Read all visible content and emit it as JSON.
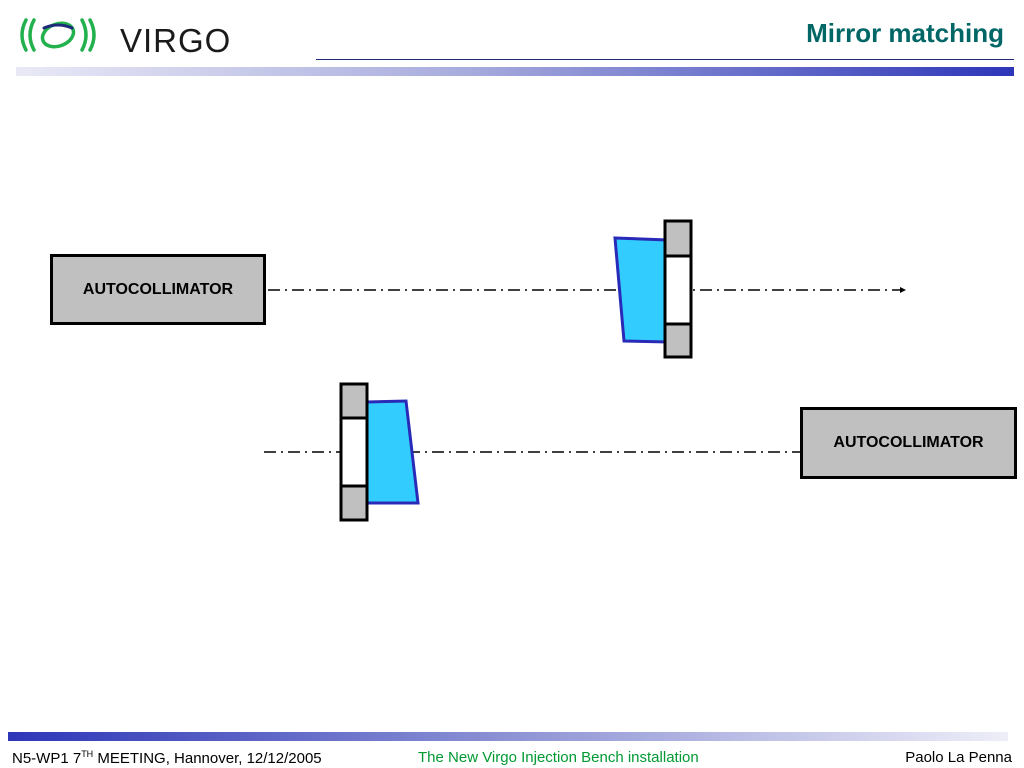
{
  "header": {
    "logo_text": "VIRGO",
    "title": "Mirror matching"
  },
  "diagram": {
    "autocollimator_top_label": "AUTOCOLLIMATOR",
    "autocollimator_bottom_label": "AUTOCOLLIMATOR",
    "colors": {
      "mirror_fill": "#33ccff",
      "mirror_stroke": "#2a2ab8",
      "mount_gray": "#c0c0c0",
      "beam_line": "#000000"
    }
  },
  "footer": {
    "left_prefix": "N5-WP1 7",
    "left_sup": "TH",
    "left_suffix": " MEETING, Hannover, 12/12/2005",
    "center": "The New Virgo Injection Bench installation",
    "right": "Paolo La Penna",
    "center_color": "#009933"
  }
}
